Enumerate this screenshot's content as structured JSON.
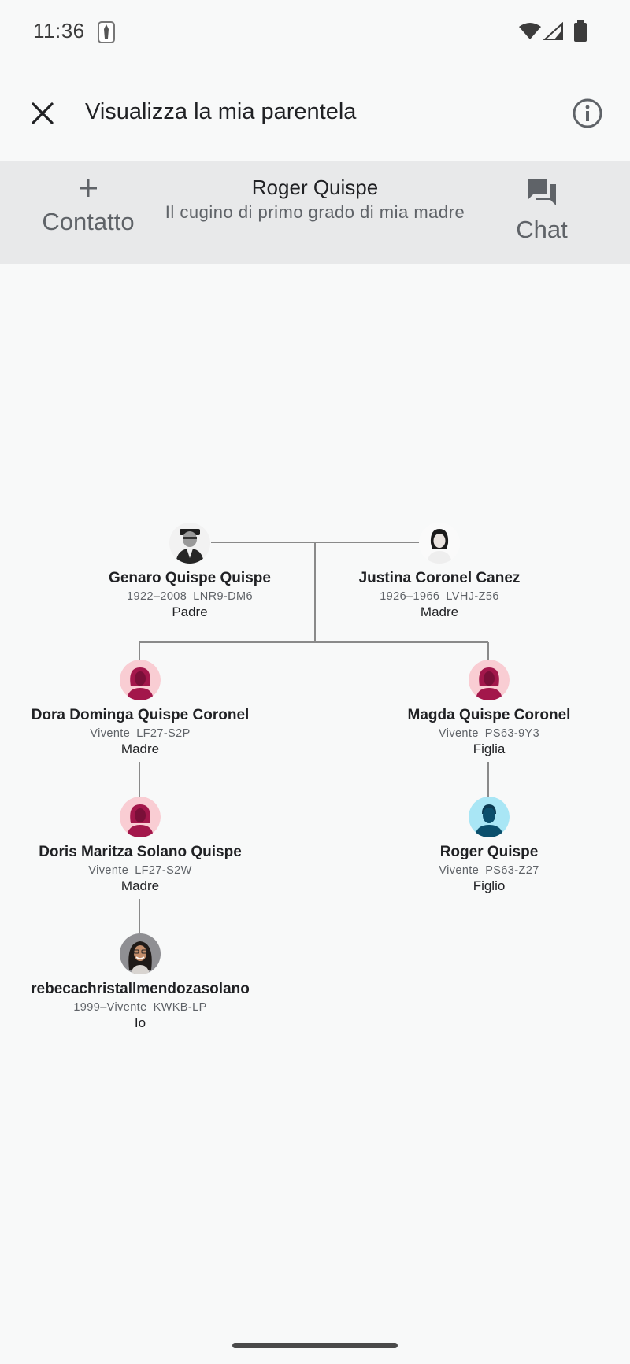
{
  "status_bar": {
    "time": "11:36",
    "icons": [
      "notification-icon",
      "wifi-icon",
      "signal-icon",
      "battery-icon"
    ]
  },
  "app_bar": {
    "title": "Visualizza la mia parentela",
    "close_icon": "close-icon",
    "info_icon": "info-icon"
  },
  "header": {
    "name": "Roger Quispe",
    "relationship": "Il cugino di primo grado di mia madre",
    "contact_label": "Contatto",
    "chat_label": "Chat"
  },
  "tree": {
    "nodes": [
      {
        "name": "Genaro Quispe Quispe",
        "dates": "1922–2008",
        "id": "LNR9-DM6",
        "relation": "Padre",
        "avatar": "photo-man"
      },
      {
        "name": "Justina Coronel Canez",
        "dates": "1926–1966",
        "id": "LVHJ-Z56",
        "relation": "Madre",
        "avatar": "photo-woman"
      },
      {
        "name": "Dora Dominga Quispe Coronel",
        "dates": "Vivente",
        "id": "LF27-S2P",
        "relation": "Madre",
        "avatar": "female-avatar"
      },
      {
        "name": "Magda Quispe Coronel",
        "dates": "Vivente",
        "id": "PS63-9Y3",
        "relation": "Figlia",
        "avatar": "female-avatar"
      },
      {
        "name": "Doris Maritza Solano Quispe",
        "dates": "Vivente",
        "id": "LF27-S2W",
        "relation": "Madre",
        "avatar": "female-avatar"
      },
      {
        "name": "Roger Quispe",
        "dates": "Vivente",
        "id": "PS63-Z27",
        "relation": "Figlio",
        "avatar": "male-avatar"
      },
      {
        "name": "rebecachristallmendozasolano",
        "dates": "1999–Vivente",
        "id": "KWKB-LP",
        "relation": "Io",
        "avatar": "photo-user"
      }
    ]
  },
  "colors": {
    "background": "#f8f9f9",
    "header_bg": "#e8e9ea",
    "line": "#8a8a8a",
    "female_bg": "#f9cdd3",
    "female_fg": "#a3174b",
    "male_bg": "#a9e6f5",
    "male_fg": "#0b4f6c"
  }
}
